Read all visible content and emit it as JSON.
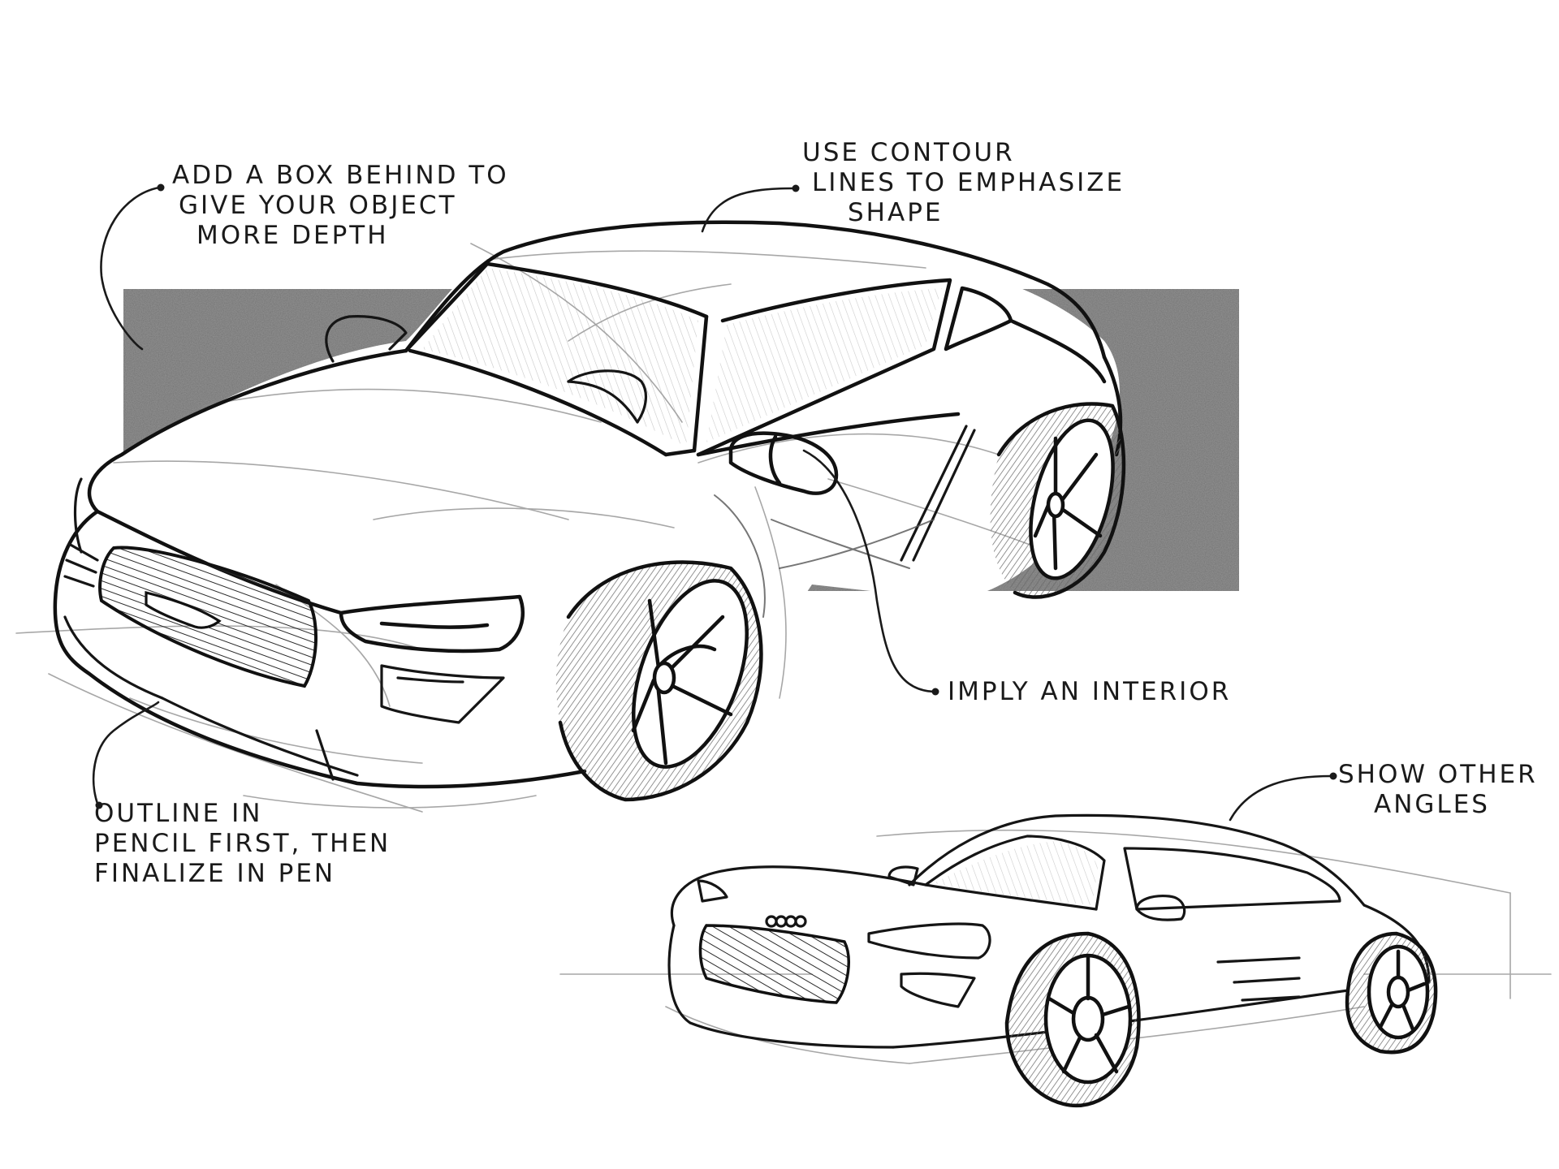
{
  "annotations": {
    "box_behind": [
      "ADD A BOX BEHIND TO",
      "GIVE YOUR OBJECT",
      "MORE DEPTH"
    ],
    "contour_lines": [
      "USE CONTOUR",
      "LINES TO EMPHASIZE",
      "SHAPE"
    ],
    "interior": [
      "IMPLY AN INTERIOR"
    ],
    "outline_pencil": [
      "OUTLINE IN",
      "PENCIL FIRST, THEN",
      "FINALIZE IN PEN"
    ],
    "other_angles": [
      "SHOW OTHER",
      "ANGLES"
    ]
  },
  "colors": {
    "paper": "#ffffff",
    "ink": "#1a1a1a",
    "pencil": "#8a8a8a",
    "shadow_box": "#6f6f6f"
  }
}
